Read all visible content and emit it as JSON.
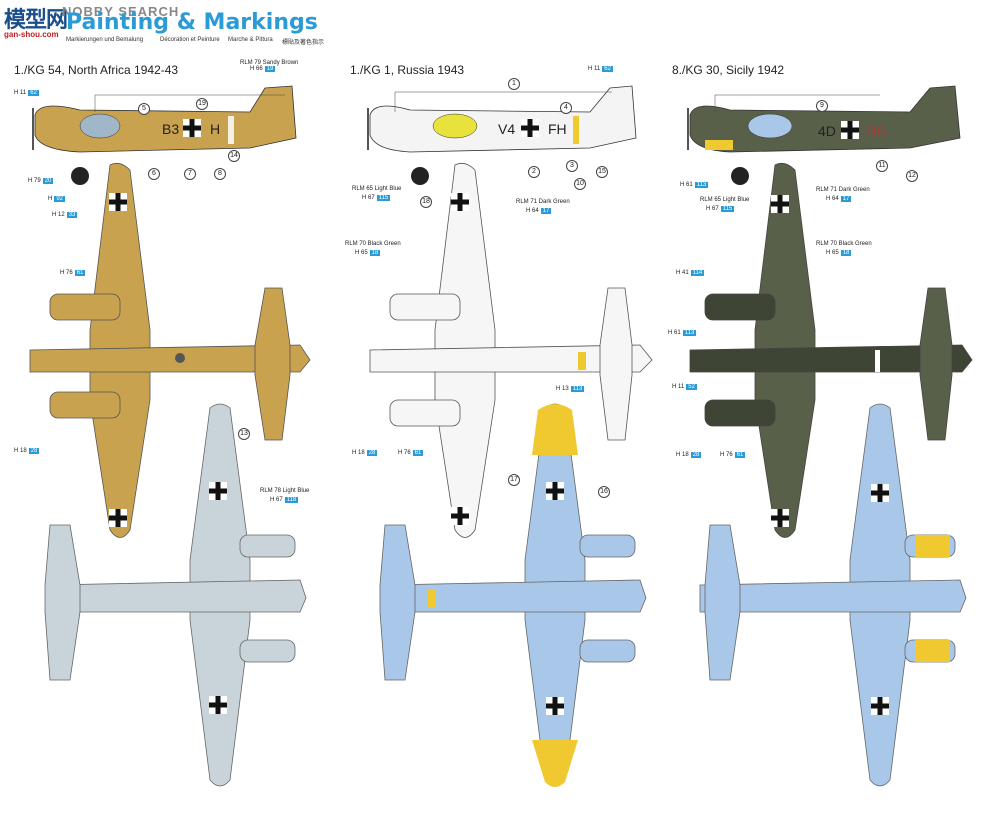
{
  "header": {
    "logo": "模型网",
    "watermark": "NOBBY SEARCH",
    "url": "gan-shou.com",
    "title": "Painting & Markings",
    "subtitles": [
      "Markierungen und Bemalung",
      "Décoration et Peinture",
      "Marche & Pittura",
      "標貼及著色指示"
    ]
  },
  "colors": {
    "sand": "#c8a24e",
    "lightblue_bottom": "#c9d3da",
    "lightblue_bottom2": "#a9c7e8",
    "rlm70_green": "#3f4535",
    "rlm71_green": "#59604a",
    "yellow": "#f0c930",
    "hbox": "#2a9bd6"
  },
  "schemes": [
    {
      "title": "1./KG 54, North Africa 1942-43",
      "code": "B3 + H",
      "labels": [
        "RLM 79 Sandy Brown",
        "RLM 78 Light Blue"
      ],
      "hcodes": [
        {
          "h": "H",
          "n": "19",
          "prefix": "H 66"
        },
        {
          "h": "H",
          "n": "62",
          "prefix": "H 11"
        },
        {
          "h": "H",
          "n": "20",
          "prefix": "H 79"
        },
        {
          "h": "H",
          "n": "92",
          "prefix": "H"
        },
        {
          "h": "H",
          "n": "33",
          "prefix": "H 12"
        },
        {
          "h": "H",
          "n": "61",
          "prefix": "H 76"
        },
        {
          "h": "H",
          "n": "28",
          "prefix": "H 18"
        },
        {
          "h": "H",
          "n": "118",
          "prefix": "H 67"
        }
      ]
    },
    {
      "title": "1./KG 1, Russia 1943",
      "code": "V4 + FH",
      "labels": [
        "RLM 65 Light Blue",
        "RLM 71 Dark Green",
        "RLM 70 Black Green"
      ],
      "hcodes": [
        {
          "h": "H",
          "n": "62",
          "prefix": "H 11"
        },
        {
          "h": "H",
          "n": "115",
          "prefix": "H 67"
        },
        {
          "h": "H",
          "n": "17",
          "prefix": "H 64"
        },
        {
          "h": "H",
          "n": "18",
          "prefix": "H 65"
        },
        {
          "h": "H",
          "n": "28",
          "prefix": "H 18"
        },
        {
          "h": "H",
          "n": "61",
          "prefix": "H 76"
        },
        {
          "h": "H",
          "n": "113",
          "prefix": "H 13"
        }
      ]
    },
    {
      "title": "8./KG 30, Sicily 1942",
      "code": "4D + DS",
      "labels": [
        "RLM 65 Light Blue",
        "RLM 71 Dark Green",
        "RLM 70 Black Green"
      ],
      "hcodes": [
        {
          "h": "H",
          "n": "113",
          "prefix": "H 61"
        },
        {
          "h": "H",
          "n": "115",
          "prefix": "H 67"
        },
        {
          "h": "H",
          "n": "17",
          "prefix": "H 64"
        },
        {
          "h": "H",
          "n": "18",
          "prefix": "H 65"
        },
        {
          "h": "H",
          "n": "114",
          "prefix": "H 41"
        },
        {
          "h": "H",
          "n": "113",
          "prefix": "H 61"
        },
        {
          "h": "H",
          "n": "52",
          "prefix": "H 11"
        },
        {
          "h": "H",
          "n": "28",
          "prefix": "H 18"
        },
        {
          "h": "H",
          "n": "61",
          "prefix": "H 76"
        }
      ]
    }
  ],
  "callouts": [
    "5",
    "19",
    "6",
    "7",
    "8",
    "14",
    "1",
    "4",
    "2",
    "3",
    "10",
    "15",
    "16",
    "17",
    "18",
    "9",
    "11",
    "12",
    "13"
  ]
}
